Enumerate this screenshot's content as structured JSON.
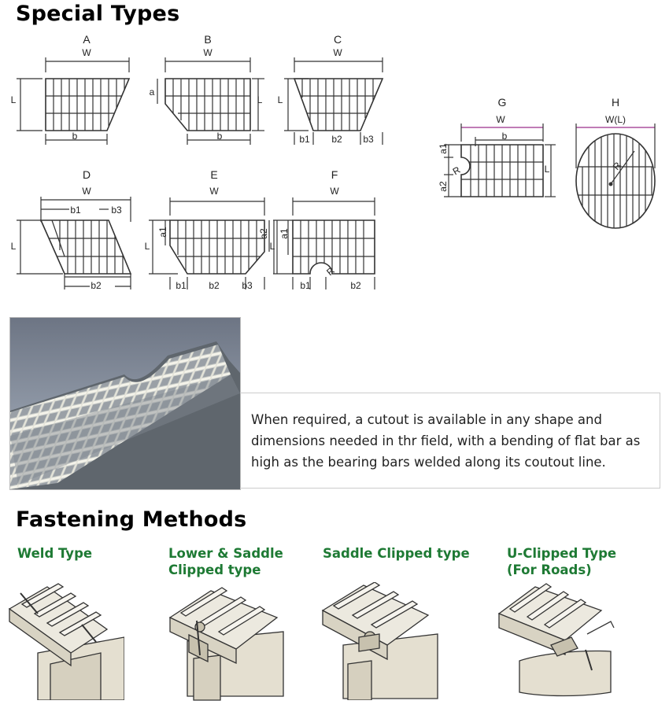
{
  "special_types": {
    "title": "Special Types",
    "diagrams": [
      {
        "id": "A",
        "labels": [
          "W",
          "L",
          "b"
        ]
      },
      {
        "id": "B",
        "labels": [
          "W",
          "a",
          "L",
          "b"
        ]
      },
      {
        "id": "C",
        "labels": [
          "W",
          "L",
          "b1",
          "b2",
          "b3"
        ]
      },
      {
        "id": "D",
        "labels": [
          "W",
          "b1",
          "b3",
          "L",
          "b2"
        ]
      },
      {
        "id": "E",
        "labels": [
          "W",
          "L",
          "a1",
          "a2",
          "b1",
          "b2",
          "b3"
        ]
      },
      {
        "id": "F",
        "labels": [
          "W",
          "L",
          "a1",
          "R",
          "b1",
          "b2"
        ]
      },
      {
        "id": "G",
        "labels": [
          "W",
          "b",
          "a1",
          "a2",
          "R",
          "L"
        ]
      },
      {
        "id": "H",
        "labels": [
          "W(L)",
          "R"
        ]
      }
    ]
  },
  "cutout": {
    "text": "When required, a cutout is available in any shape and dimensions needed in thr field, with a bending of flat bar as high as the bearing bars welded along its coutout line."
  },
  "fastening": {
    "title": "Fastening Methods",
    "methods": [
      {
        "title_lines": [
          "Weld Type"
        ]
      },
      {
        "title_lines": [
          "Lower & Saddle",
          "Clipped type"
        ]
      },
      {
        "title_lines": [
          "Saddle Clipped type"
        ]
      },
      {
        "title_lines": [
          "U-Clipped Type",
          "(For Roads)"
        ]
      }
    ]
  },
  "colors": {
    "accent_green": "#1e7a34",
    "dim_magenta": "#9a2f8a"
  }
}
